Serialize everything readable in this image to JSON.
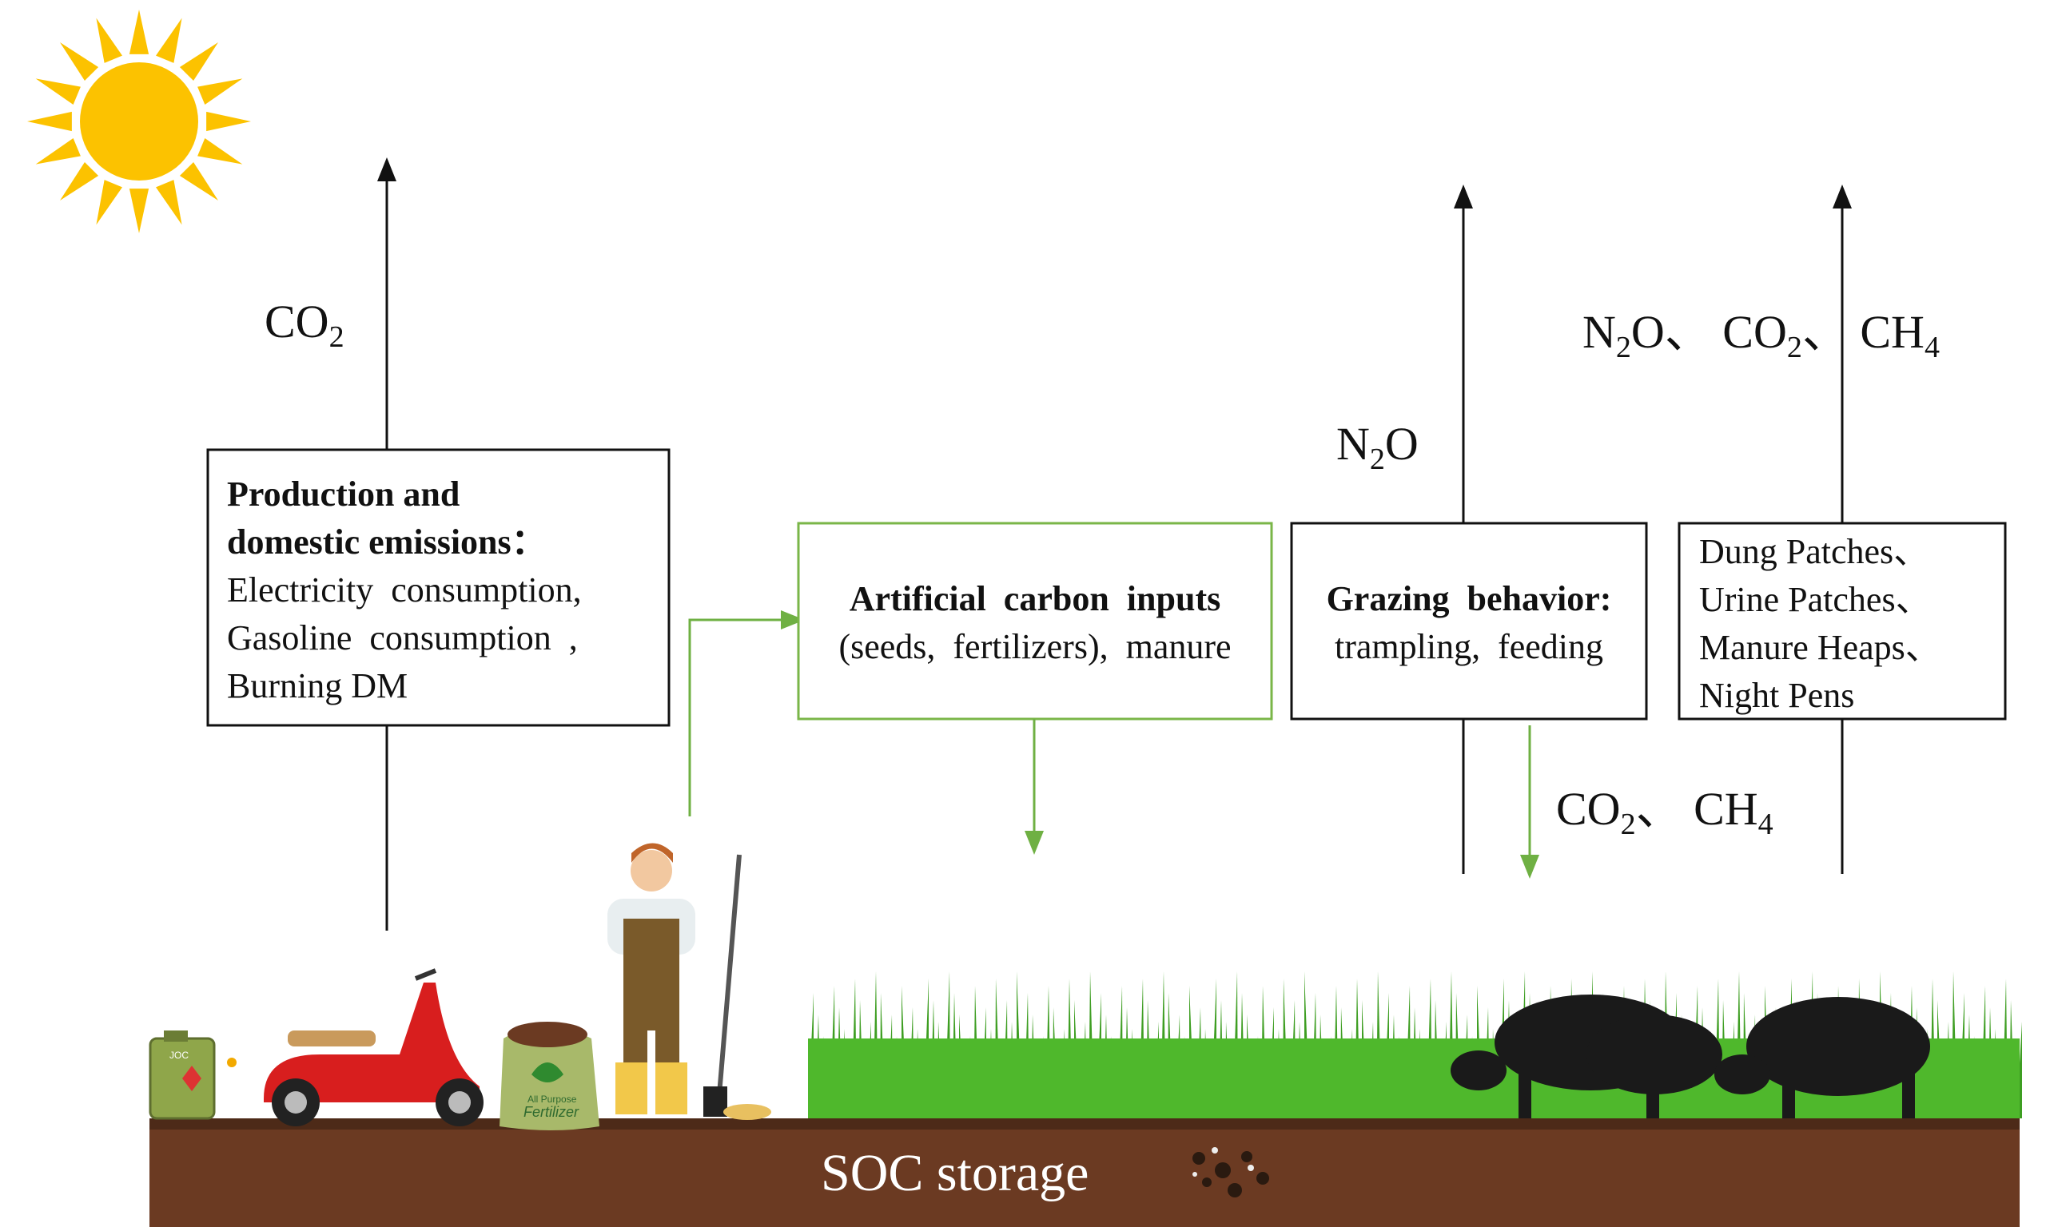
{
  "colors": {
    "sun": "#fcc200",
    "soil": "#6b3a22",
    "grass": "#4fb82c",
    "green_arrow": "#6fb043",
    "yak": "#1a1a1a"
  },
  "labels": {
    "co2_left": {
      "a": "CO",
      "a_sub": "2"
    },
    "n2o_mid": {
      "a": "N",
      "a_sub": "2",
      "b": "O"
    },
    "right_gases": {
      "a": "N",
      "a_sub": "2",
      "b": "O、 CO",
      "b_sub": "2",
      "c": "、 CH",
      "c_sub": "4"
    },
    "below_gases": {
      "a": "CO",
      "a_sub": "2",
      "b": "、 CH",
      "b_sub": "4"
    }
  },
  "boxes": {
    "production": {
      "title1": "Production and",
      "title2": "domestic emissions：",
      "lines": [
        "Electricity  consumption,",
        "Gasoline  consumption  ,",
        "Burning DM"
      ]
    },
    "artificial": {
      "title": "Artificial  carbon  inputs",
      "line": "(seeds,  fertilizers),  manure"
    },
    "grazing": {
      "title": "Grazing  behavior:",
      "line": "trampling,  feeding"
    },
    "excreta": {
      "lines": [
        "Dung Patches、",
        "Urine Patches、",
        "Manure Heaps、",
        "Night Pens"
      ]
    }
  },
  "soil": {
    "label": "SOC storage"
  },
  "fertilizer_bag": {
    "text1": "All Purpose",
    "text2": "Fertilizer"
  },
  "jerrycan": {
    "text": "JOC"
  }
}
